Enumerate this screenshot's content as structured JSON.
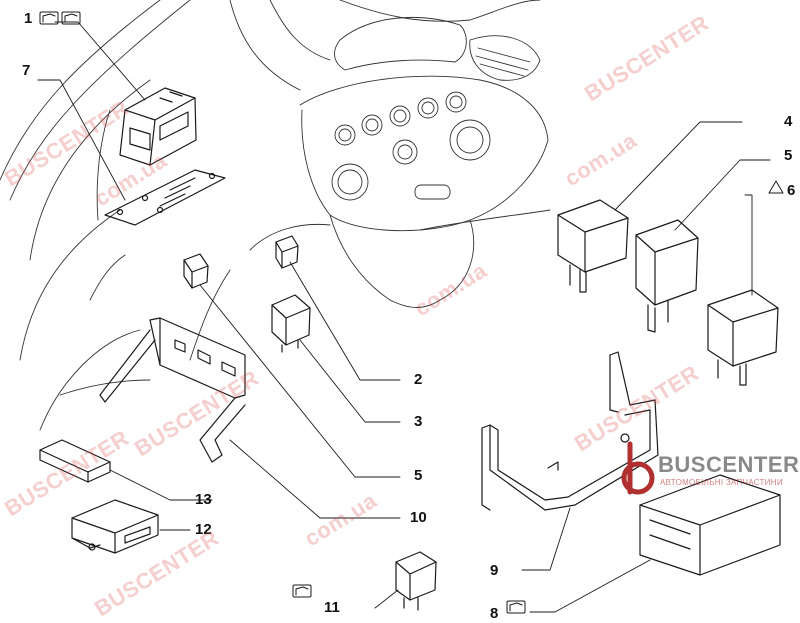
{
  "diagram": {
    "callouts": {
      "c1": "1",
      "c2": "2",
      "c3": "3",
      "c4": "4",
      "c5a": "5",
      "c5b": "5",
      "c6": "6",
      "c7": "7",
      "c8": "8",
      "c9": "9",
      "c10": "10",
      "c11": "11",
      "c12": "12",
      "c13": "13"
    },
    "watermark": {
      "brand": "BUSCENTER",
      "domain": "com.ua",
      "logo_name": "BUSCENTER",
      "logo_tagline": "АВТОМОБІЛЬНІ ЗАПЧАСТИНИ"
    },
    "colors": {
      "line": "#1a1a1a",
      "watermark": "#dc5050"
    },
    "icons": [
      "door-icon",
      "warning-triangle-icon"
    ]
  }
}
